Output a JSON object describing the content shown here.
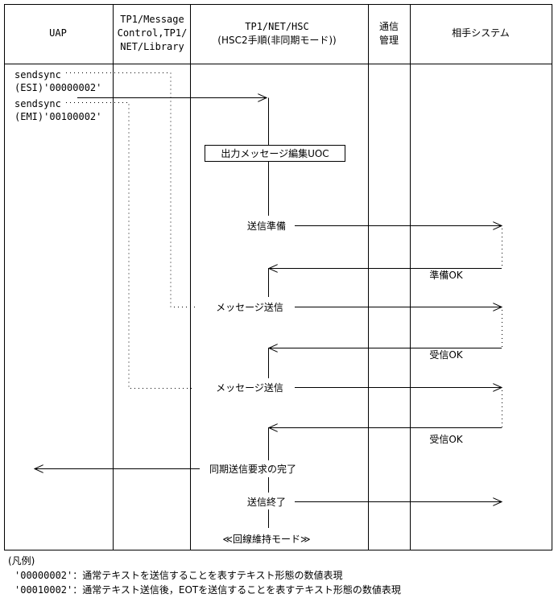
{
  "headers": {
    "uap": "UAP",
    "library": [
      "TP1/Message",
      "Control,TP1/",
      "NET/Library"
    ],
    "hsc": [
      "TP1/NET/HSC",
      "(HSC2手順(非同期モード))"
    ],
    "comm": [
      "通信",
      "管理"
    ],
    "remote": "相手システム"
  },
  "calls": {
    "call1_name": "sendsync",
    "call1_arg": "(ESI)'00000002'",
    "call2_name": "sendsync",
    "call2_arg": "(EMI)'00100002'"
  },
  "steps": {
    "uoc_box": "出力メッセージ編集UOC",
    "prep_send": "送信準備",
    "prep_ok": "準備OK",
    "msg_send_1": "メッセージ送信",
    "recv_ok_1": "受信OK",
    "msg_send_2": "メッセージ送信",
    "recv_ok_2": "受信OK",
    "sync_done": "同期送信要求の完了",
    "send_end": "送信終了",
    "keep_mode": "≪回線維持モード≫"
  },
  "legend": {
    "title": "(凡例)",
    "items": [
      {
        "code": "'00000002'",
        "text": "：通常テキストを送信することを表すテキスト形態の数値表現"
      },
      {
        "code": "'00010002'",
        "text": "：通常テキスト送信後，EOTを送信することを表すテキスト形態の数値表現"
      }
    ]
  }
}
